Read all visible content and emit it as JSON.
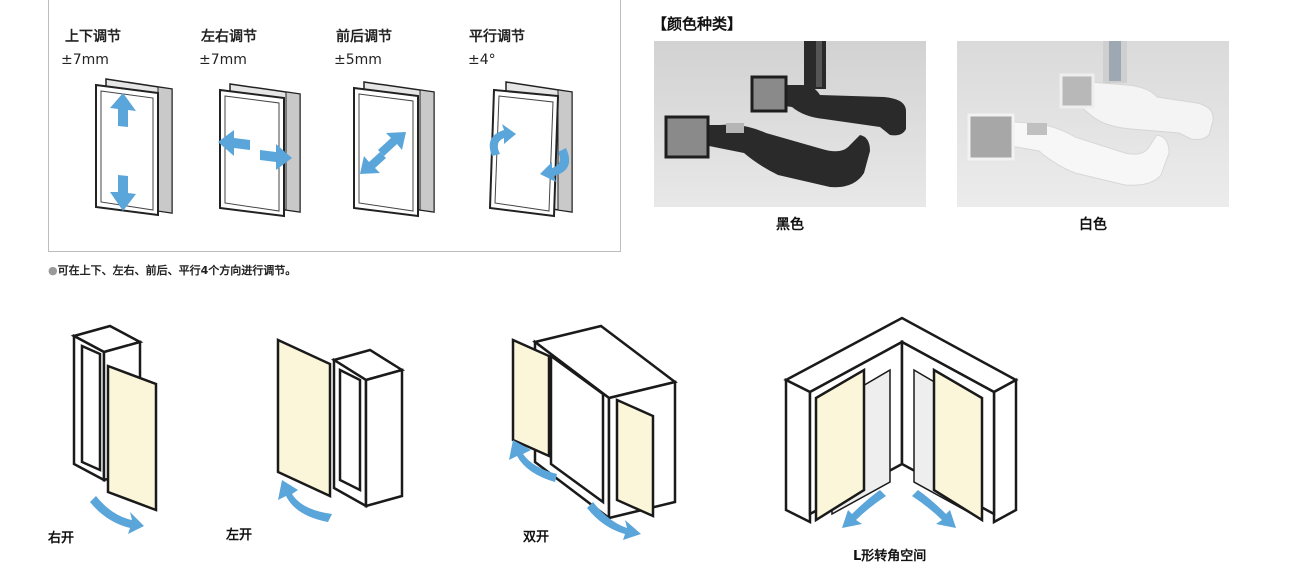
{
  "adjustments": [
    {
      "title": "上下调节",
      "value": "±7mm",
      "icon": "vertical-adjust-icon"
    },
    {
      "title": "左右调节",
      "value": "±7mm",
      "icon": "horizontal-adjust-icon"
    },
    {
      "title": "前后调节",
      "value": "±5mm",
      "icon": "depth-adjust-icon"
    },
    {
      "title": "平行调节",
      "value": "±4°",
      "icon": "rotation-adjust-icon"
    }
  ],
  "adjust_note": "可在上下、左右、前后、平行4个方向进行调节。",
  "colors_section": {
    "title": "【颜色种类】",
    "items": [
      {
        "label": "黑色",
        "arm_color": "#2a2a2a"
      },
      {
        "label": "白色",
        "arm_color": "#f4f4f4"
      }
    ]
  },
  "opening_types": [
    {
      "label": "右开",
      "icon": "right-open-door-icon"
    },
    {
      "label": "左开",
      "icon": "left-open-door-icon"
    },
    {
      "label": "双开",
      "icon": "double-open-door-icon"
    },
    {
      "label": "L形转角空间",
      "icon": "l-corner-door-icon"
    }
  ],
  "style_colors": {
    "door_panel": "#fbf6d9",
    "arrow": "#5aa5d9",
    "cabinet_line": "#1a1a1a"
  }
}
